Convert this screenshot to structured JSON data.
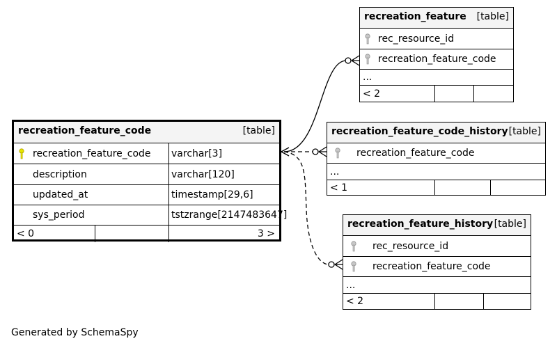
{
  "tables": {
    "main": {
      "name": "recreation_feature_code",
      "kind": "[table]",
      "columns": [
        {
          "name": "recreation_feature_code",
          "type": "varchar[3]"
        },
        {
          "name": "description",
          "type": "varchar[120]"
        },
        {
          "name": "updated_at",
          "type": "timestamp[29,6]"
        },
        {
          "name": "sys_period",
          "type": "tstzrange[2147483647]"
        }
      ],
      "footer": {
        "left": "< 0",
        "right": "3 >"
      }
    },
    "feature": {
      "name": "recreation_feature",
      "kind": "[table]",
      "columns": [
        "rec_resource_id",
        "recreation_feature_code"
      ],
      "more": "...",
      "footer": "< 2"
    },
    "code_history": {
      "name": "recreation_feature_code_history",
      "kind": "[table]",
      "columns": [
        "recreation_feature_code"
      ],
      "more": "...",
      "footer": "< 1"
    },
    "feature_history": {
      "name": "recreation_feature_history",
      "kind": "[table]",
      "columns": [
        "rec_resource_id",
        "recreation_feature_code"
      ],
      "more": "...",
      "footer": "< 2"
    }
  },
  "footer_text": "Generated by SchemaSpy",
  "colors": {
    "primary_key": "#e6e600",
    "foreign_key": "#b0b0b0",
    "header_bg": "#f4f4f4"
  }
}
